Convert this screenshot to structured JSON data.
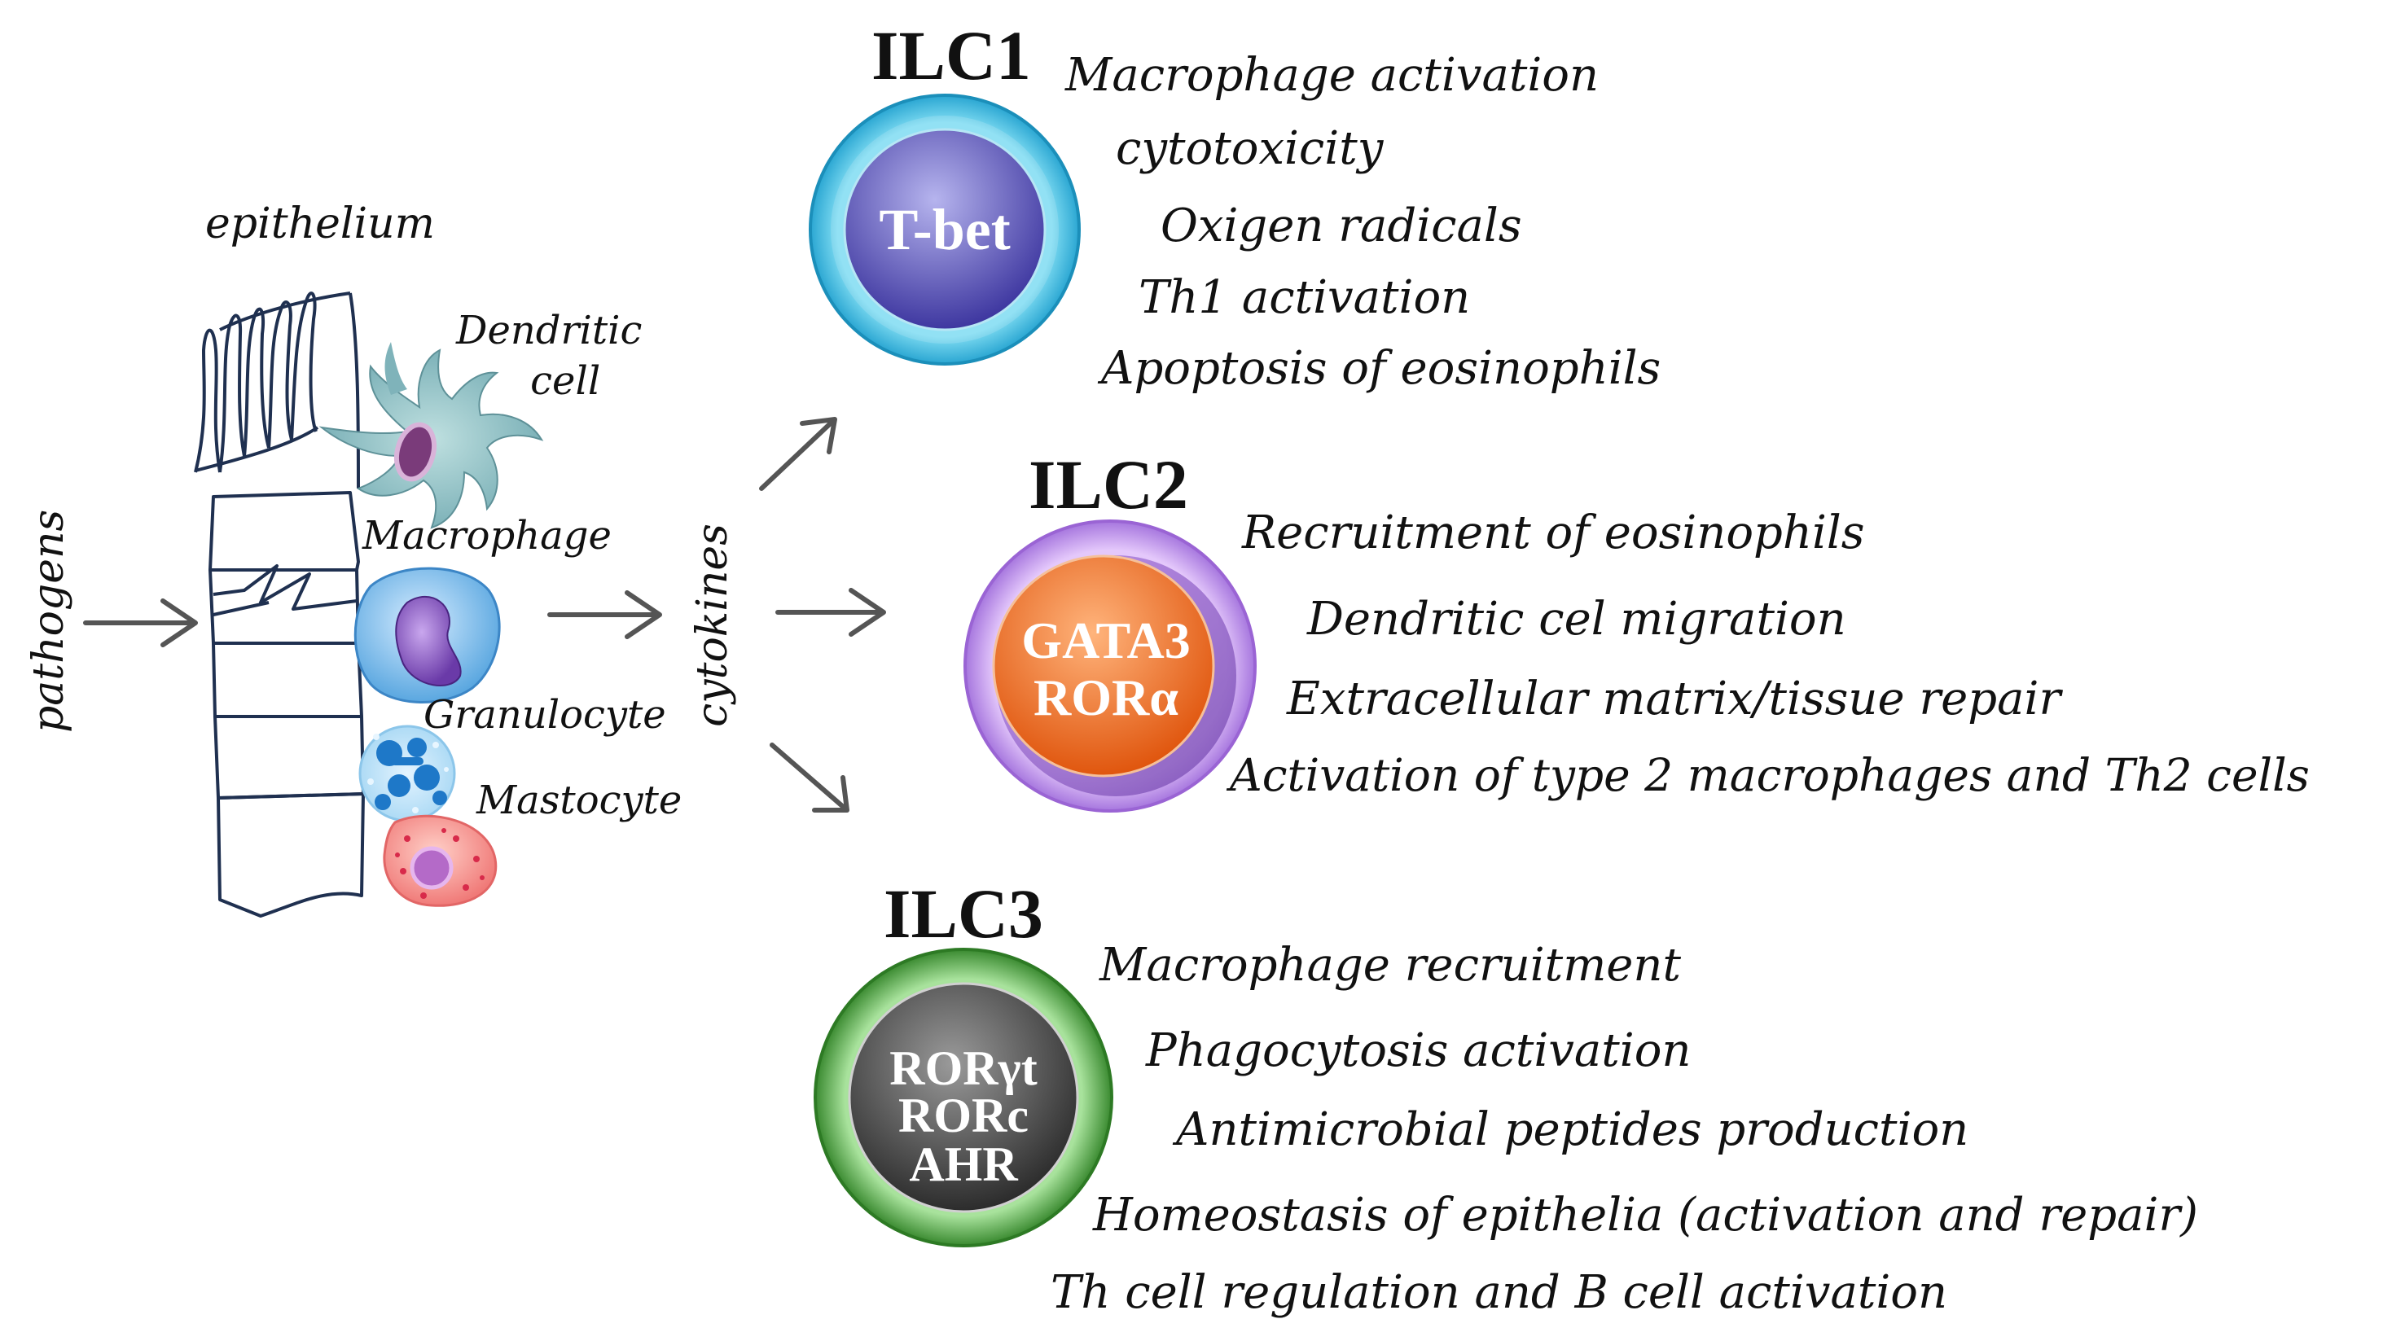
{
  "left": {
    "pathogens_label": "pathogens",
    "epithelium_label": "epithelium",
    "cytokines_label": "cytokines",
    "cells": [
      {
        "name": "Dendritic",
        "name2": "cell"
      },
      {
        "name": "Macrophage"
      },
      {
        "name": "Granulocyte"
      },
      {
        "name": "Mastocyte"
      }
    ]
  },
  "ilc": [
    {
      "title": "ILC1",
      "core": [
        "T-bet"
      ],
      "colors": {
        "ring": "#4cc8e8",
        "core": "#5a55b8"
      },
      "functions": [
        "Macrophage  activation",
        "cytotoxicity",
        "Oxigen radicals",
        "Th1  activation",
        "Apoptosis  of  eosinophils"
      ]
    },
    {
      "title": "ILC2",
      "core": [
        "GATA3",
        "RORα"
      ],
      "colors": {
        "ring": "#c49be8",
        "core": "#f07a2a"
      },
      "functions": [
        "Recruitment of  eosinophils",
        "Dendritic cel migration",
        "Extracellular  matrix/tissue repair",
        "Activation  of  type 2  macrophages  and  Th2  cells"
      ]
    },
    {
      "title": "ILC3",
      "core": [
        "RORγt",
        "RORc",
        "AHR"
      ],
      "colors": {
        "ring": "#6cc060",
        "core": "#555555"
      },
      "functions": [
        "Macrophage  recruitment",
        "Phagocytosis activation",
        "Antimicrobial  peptides  production",
        "Homeostasis of  epithelia  (activation and  repair)",
        "Th cell regulation and  B cell activation"
      ]
    }
  ]
}
